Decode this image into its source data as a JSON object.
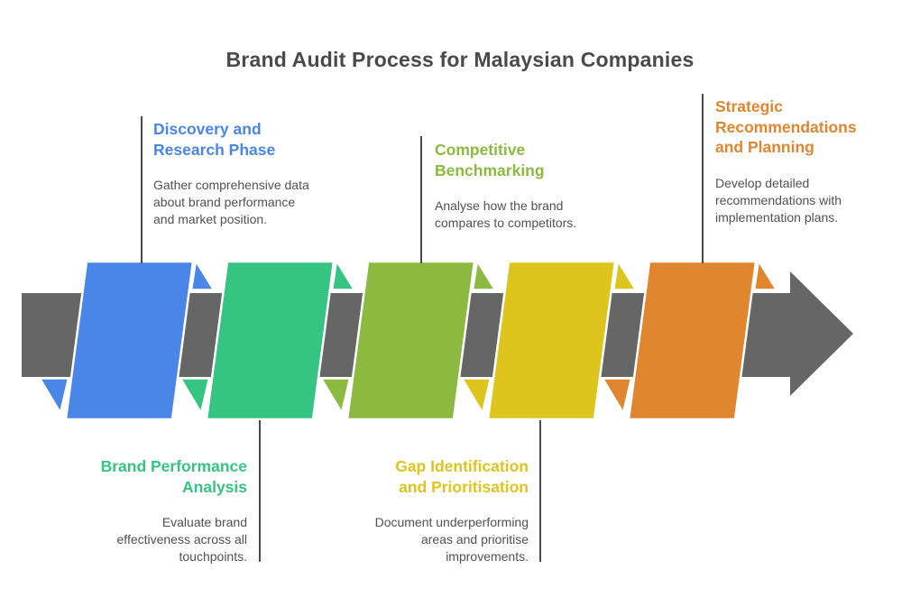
{
  "title": "Brand Audit Process for Malaysian Companies",
  "palette": {
    "blue": "#4a86e8",
    "green": "#36c482",
    "olive": "#8cba40",
    "yellow": "#ddc51e",
    "orange": "#e0862f",
    "arrow_gray": "#666666",
    "connector_gray": "#4a4a4a",
    "title_text": "#4a4a4a",
    "body_text": "#515151"
  },
  "steps": [
    {
      "heading": "Discovery and\nResearch Phase",
      "description": "Gather comprehensive data\nabout brand performance\nand market position.",
      "color": "#4a86e8",
      "label_position": "top"
    },
    {
      "heading": "Brand Performance\nAnalysis",
      "description": "Evaluate brand\neffectiveness across all\ntouchpoints.",
      "color": "#36c482",
      "label_position": "bottom"
    },
    {
      "heading": "Competitive\nBenchmarking",
      "description": "Analyse how the brand\ncompares to competitors.",
      "color": "#8cba40",
      "label_position": "top"
    },
    {
      "heading": "Gap Identification\nand Prioritisation",
      "description": "Document underperforming\nareas and prioritise\nimprovements.",
      "color": "#ddc51e",
      "label_position": "bottom"
    },
    {
      "heading": "Strategic\nRecommendations\nand Planning",
      "description": "Develop detailed\nrecommendations with\nimplementation plans.",
      "color": "#e0862f",
      "label_position": "top"
    }
  ]
}
